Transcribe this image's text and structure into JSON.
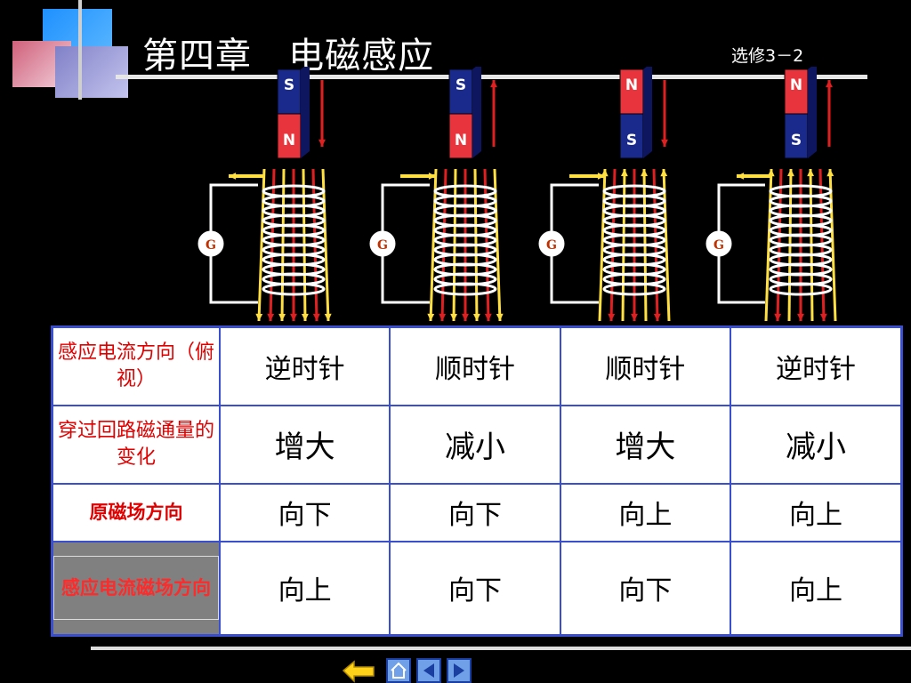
{
  "header": {
    "title": "第四章   电磁感应",
    "subtitle": "选修3－2"
  },
  "experiments": [
    {
      "magnet_top": "S",
      "magnet_bottom": "N",
      "galvanometer": "G"
    },
    {
      "magnet_top": "S",
      "magnet_bottom": "N",
      "galvanometer": "G"
    },
    {
      "magnet_top": "N",
      "magnet_bottom": "S",
      "galvanometer": "G"
    },
    {
      "magnet_top": "N",
      "magnet_bottom": "S",
      "galvanometer": "G"
    }
  ],
  "table": {
    "row_headers": [
      "感应电流方向（俯视）",
      "穿过回路磁通量的变化",
      "原磁场方向",
      "感应电流磁场方向"
    ],
    "rows": [
      [
        "逆时针",
        "顺时针",
        "顺时针",
        "逆时针"
      ],
      [
        "增大",
        "减小",
        "增大",
        "减小"
      ],
      [
        "向下",
        "向下",
        "向上",
        "向上"
      ],
      [
        "向上",
        "向下",
        "向下",
        "向上"
      ]
    ]
  },
  "colors": {
    "magnet_north": "#e8343c",
    "magnet_south": "#1a2a8c",
    "table_border": "#3a4fd0",
    "header_text": "#e00000",
    "arrow_yellow": "#ffe040",
    "arrow_red": "#e02020"
  },
  "nav": {
    "icons": [
      "return-icon",
      "home-icon",
      "previous-icon",
      "next-icon"
    ]
  }
}
